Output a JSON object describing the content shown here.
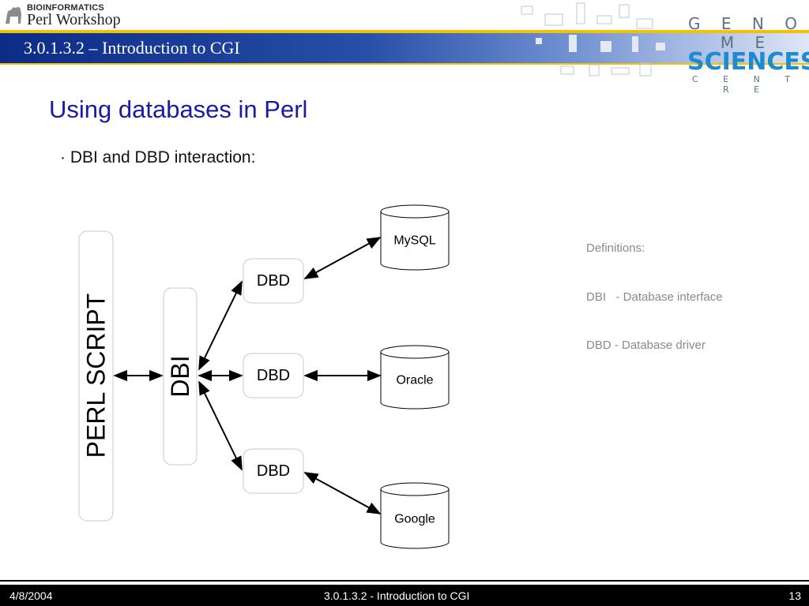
{
  "header": {
    "logo_top": "BIOINFORMATICS",
    "logo_main": "Perl Workshop",
    "band_title": "3.0.1.3.2 – Introduction to CGI",
    "org_line1": "G E N O M E",
    "org_line2": "SCIENCES",
    "org_line3": "C E N T R E"
  },
  "slide": {
    "title": "Using databases in Perl",
    "bullet": "· DBI and DBD interaction:"
  },
  "definitions": {
    "heading": "Definitions:",
    "dbi": "DBI   - Database interface",
    "dbd": "DBD - Database driver"
  },
  "diagram": {
    "perl_script": "PERL SCRIPT",
    "dbi": "DBI",
    "dbd_top": "DBD",
    "dbd_mid": "DBD",
    "dbd_bot": "DBD",
    "db_mysql": "MySQL",
    "db_oracle": "Oracle",
    "db_google": "Google"
  },
  "footer": {
    "date": "4/8/2004",
    "title": "3.0.1.3.2 - Introduction to CGI",
    "page": "13"
  }
}
